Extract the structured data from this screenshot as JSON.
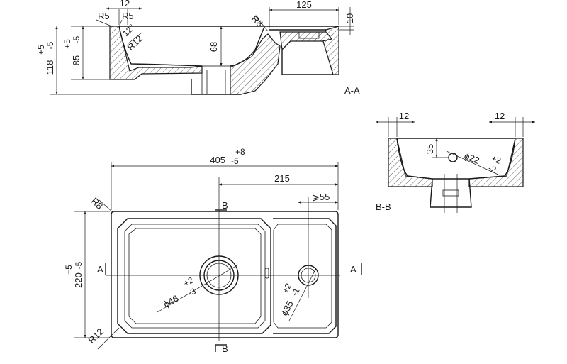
{
  "section_aa": {
    "label": "A-A",
    "r5_a": "R5",
    "r5_b": "R5",
    "dim_12": "12",
    "angle_12": "12°",
    "r12": "R12",
    "r8": "R8",
    "dim_125": "125",
    "dim_10": "10",
    "dim_68": "68",
    "dim_85": "85",
    "dim_85_tol_up": "+5",
    "dim_85_tol_dn": "-5",
    "dim_118": "118",
    "dim_118_tol_up": "+5",
    "dim_118_tol_dn": "-5"
  },
  "section_bb": {
    "label": "B-B",
    "dim_left_12": "12",
    "dim_right_12": "12",
    "dim_35": "35",
    "dia_22": "ϕ22",
    "dia_22_tol_up": "+2",
    "dia_22_tol_dn": "-2"
  },
  "plan": {
    "dim_405": "405",
    "dim_405_tol_up": "+8",
    "dim_405_tol_dn": "-5",
    "dim_215": "215",
    "dim_55": "⩾55",
    "r8": "R8",
    "r12": "R12",
    "dim_220": "220",
    "dim_220_tol_up": "+5",
    "dim_220_tol_dn": "-5",
    "dia_46": "ϕ46",
    "dia_46_tol_up": "+2",
    "dia_46_tol_dn": "-3",
    "dia_35": "ϕ35",
    "dia_35_tol_up": "+2",
    "dia_35_tol_dn": "-1",
    "cut_a_left": "A",
    "cut_a_right": "A",
    "cut_b_top": "B",
    "cut_b_bottom": "B"
  }
}
